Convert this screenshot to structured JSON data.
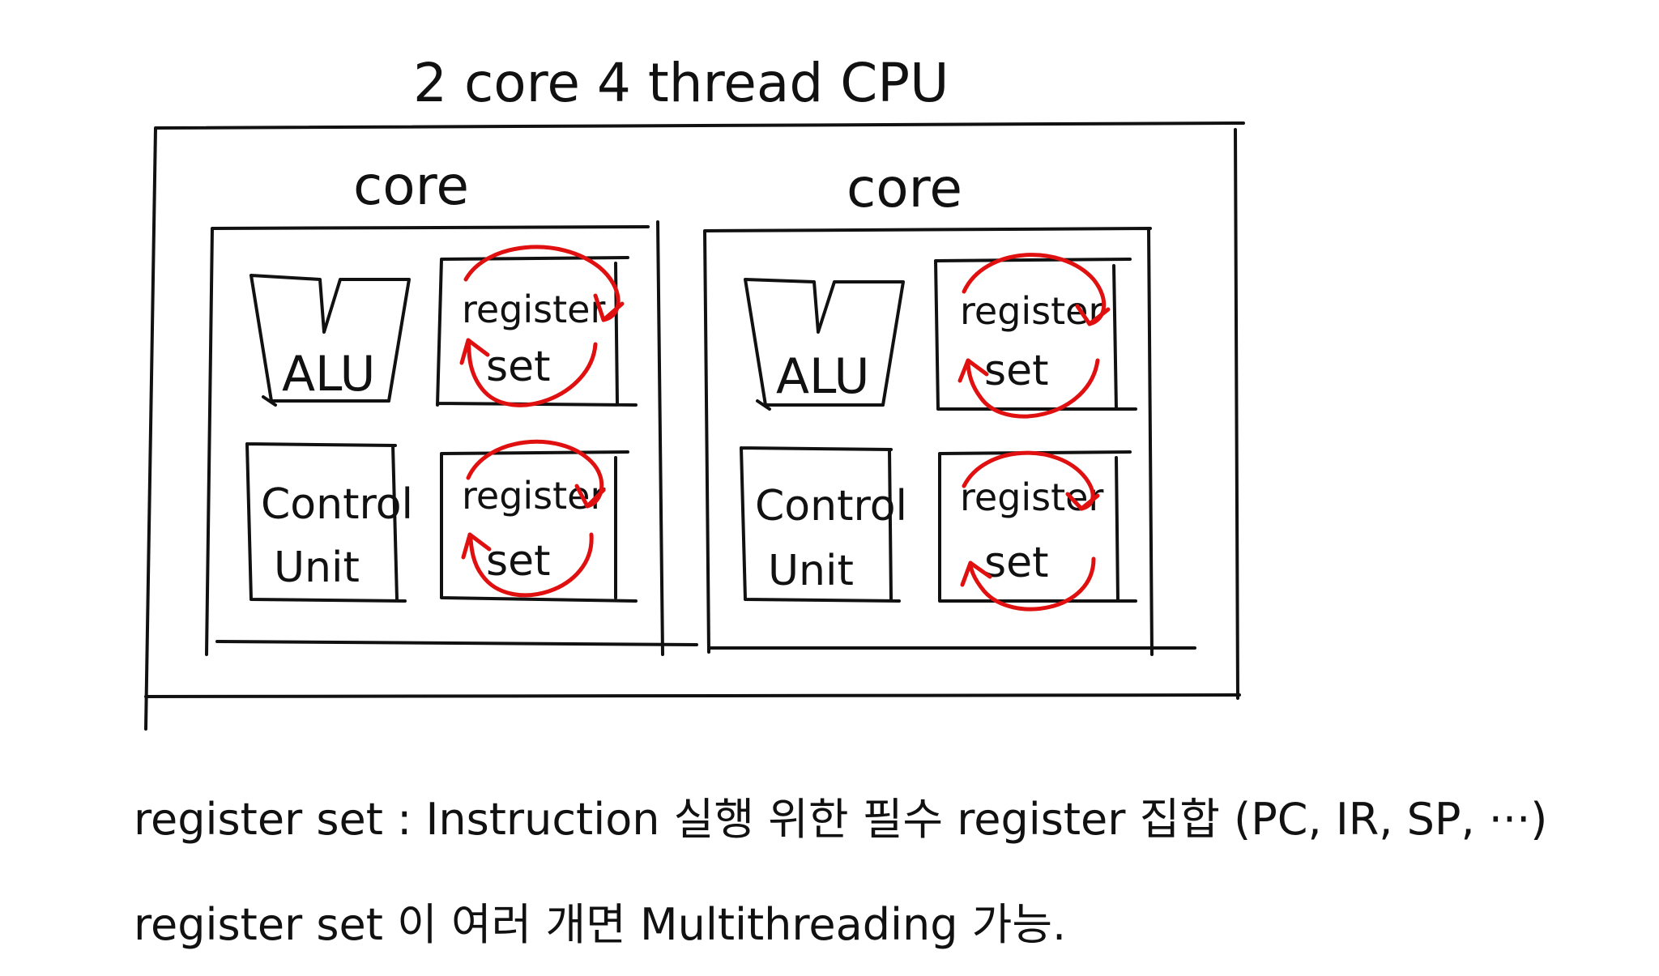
{
  "title": "2 core 4 thread CPU",
  "cores": [
    {
      "label": "core",
      "alu_label": "ALU",
      "control_unit": [
        "Control",
        "Unit"
      ],
      "register_sets": [
        [
          "register",
          "set"
        ],
        [
          "register",
          "set"
        ]
      ]
    },
    {
      "label": "core",
      "alu_label": "ALU",
      "control_unit": [
        "Control",
        "Unit"
      ],
      "register_sets": [
        [
          "register",
          "set"
        ],
        [
          "register",
          "set"
        ]
      ]
    }
  ],
  "notes": [
    "register set : Instruction 실행 위한 필수 register 집합 (PC, IR, SP, ···)",
    "register set 이 여러 개면 Multithreading 가능."
  ],
  "colors": {
    "ink": "#111111",
    "cycle_arrows": "#e01010",
    "background": "#ffffff"
  }
}
